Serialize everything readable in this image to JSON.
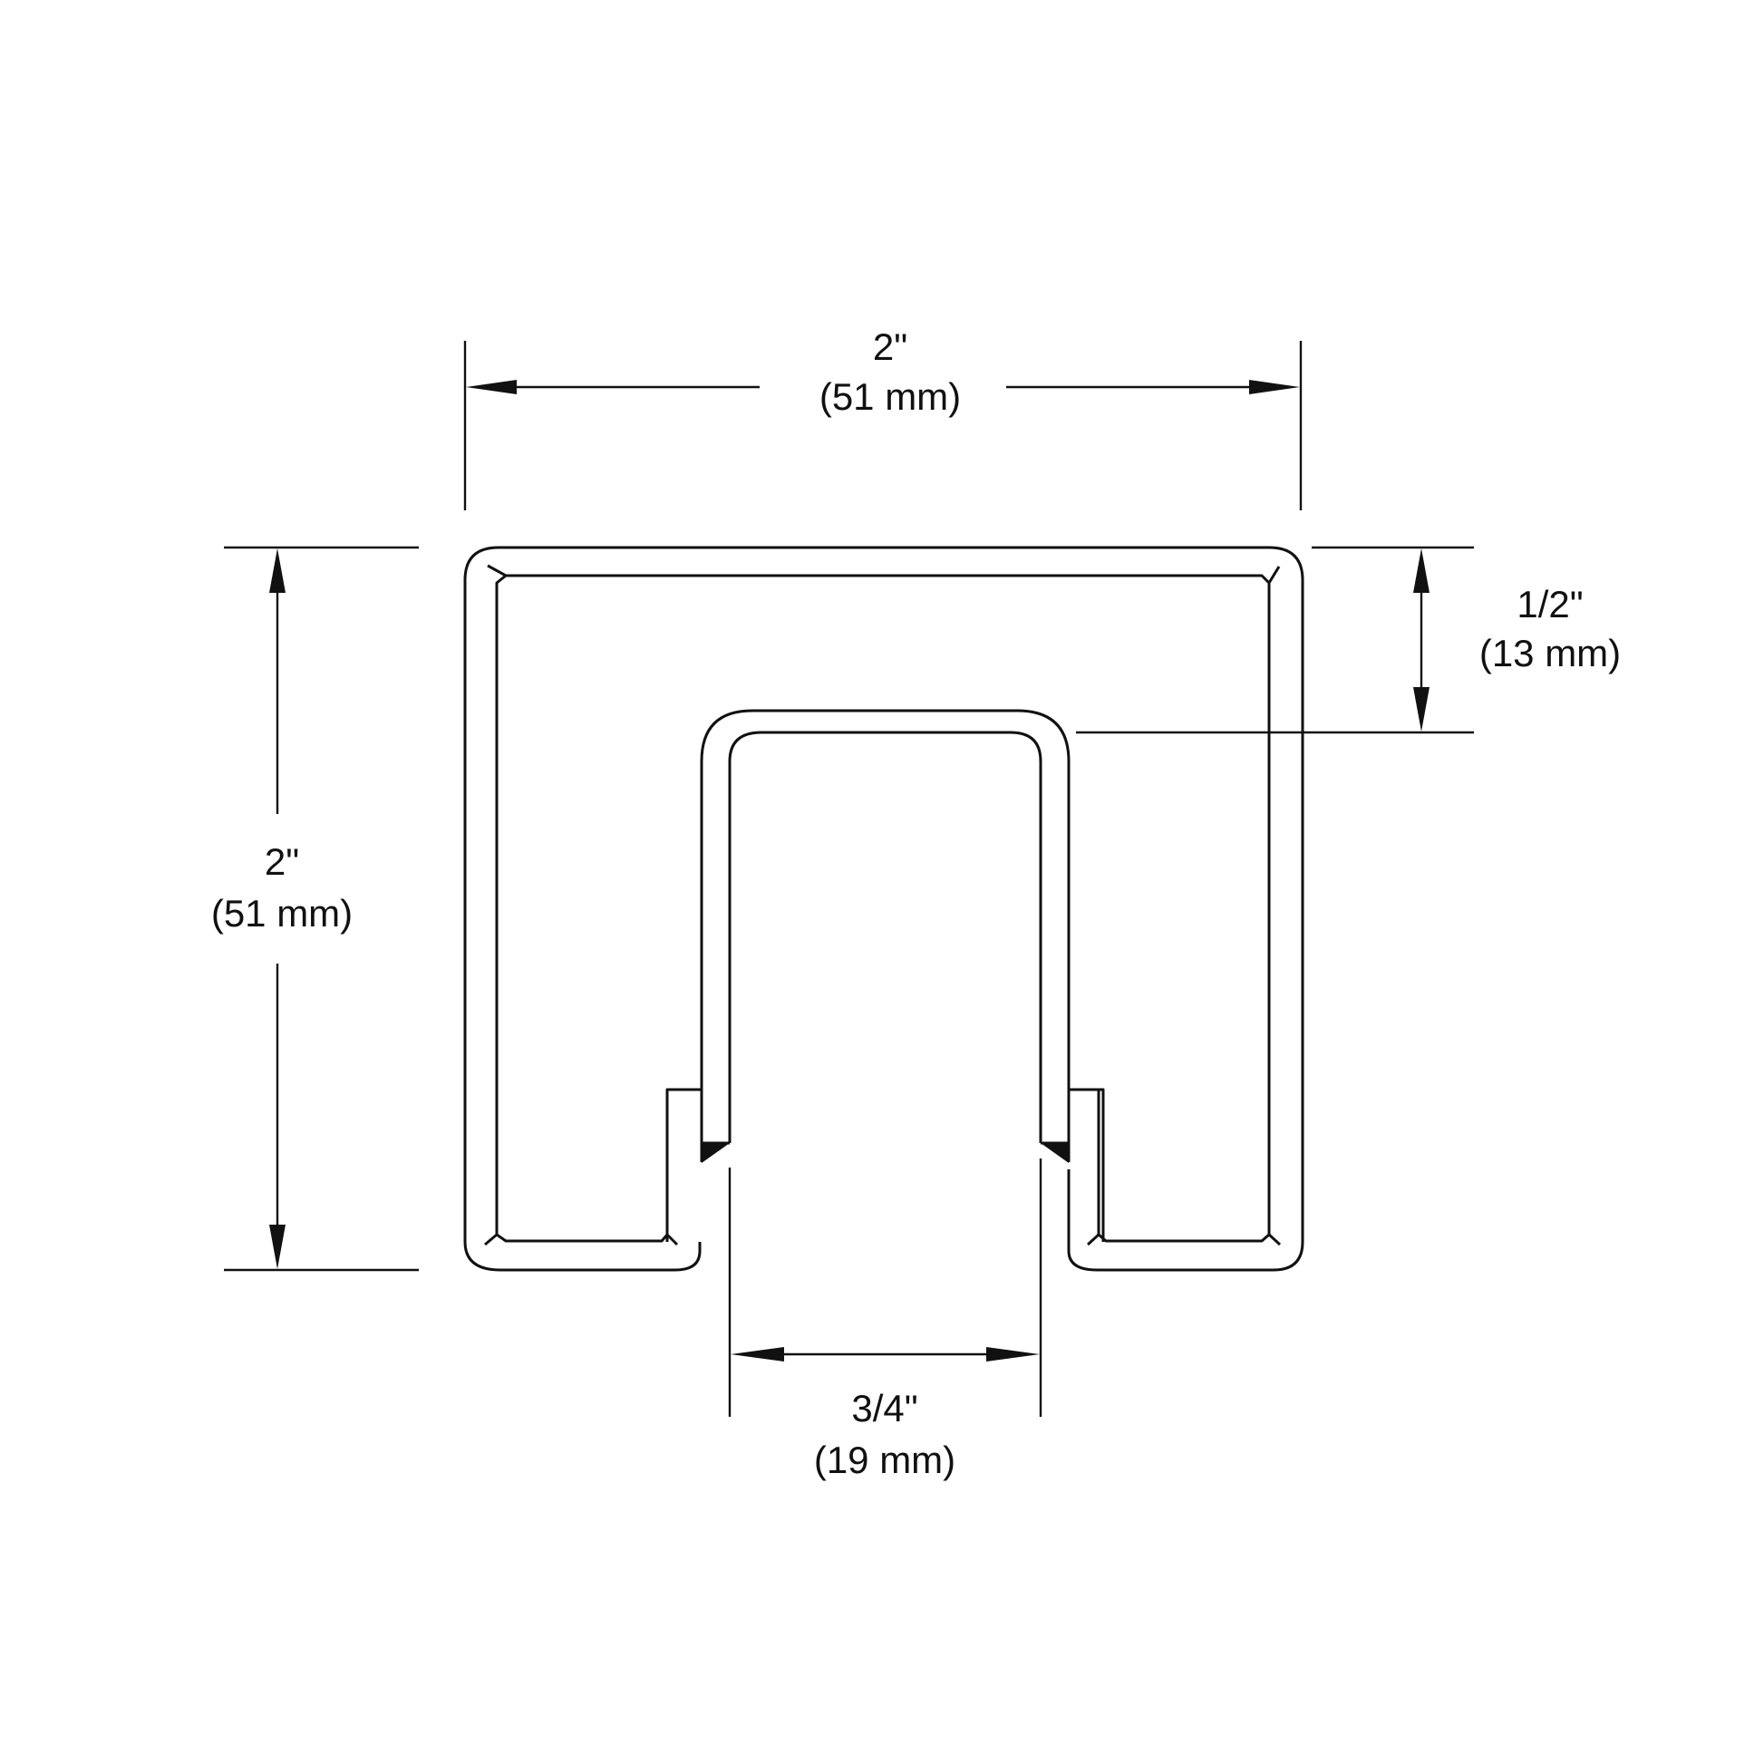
{
  "drawing": {
    "subject": "U-channel profile cross-section",
    "colors": {
      "line": "#111111",
      "background": "#ffffff"
    }
  },
  "dimensions": {
    "overall_width": {
      "imperial": "2\"",
      "metric": "(51 mm)"
    },
    "overall_height": {
      "imperial": "2\"",
      "metric": "(51 mm)"
    },
    "channel_depth": {
      "imperial": "1/2\"",
      "metric": "(13 mm)"
    },
    "channel_opening": {
      "imperial": "3/4\"",
      "metric": "(19 mm)"
    }
  }
}
